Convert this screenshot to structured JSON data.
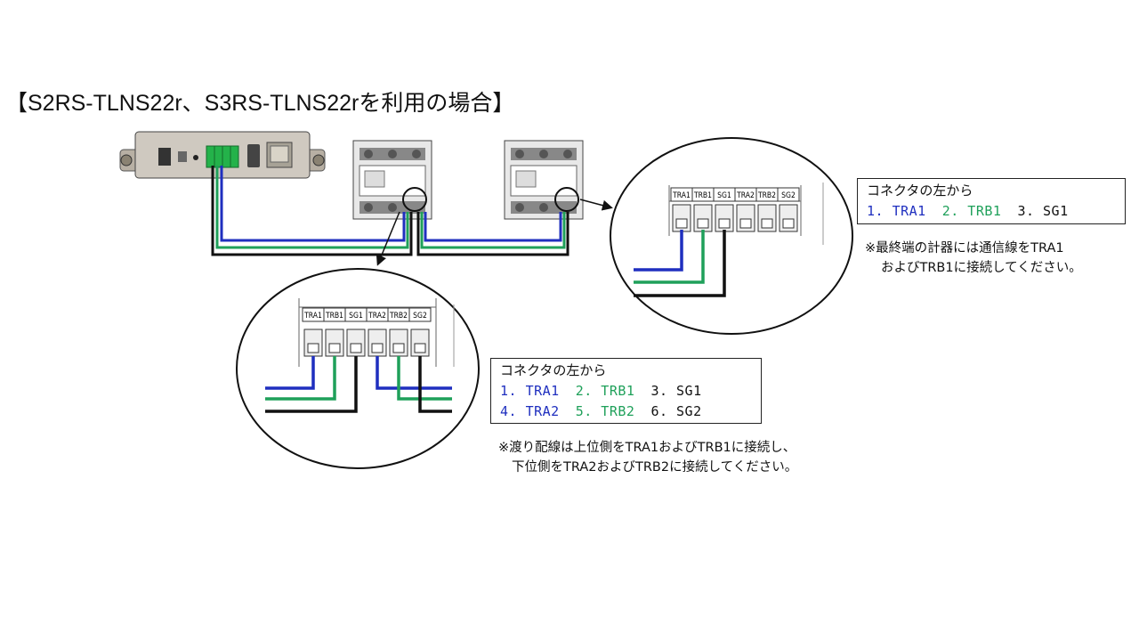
{
  "title": "【S2RS-TLNS22r、S3RS-TLNS22rを利用の場合】",
  "terminal_labels": [
    "TRA1",
    "TRB1",
    "SG1",
    "TRA2",
    "TRB2",
    "SG2"
  ],
  "box_right": {
    "heading": "コネクタの左から",
    "items": [
      {
        "text": "1. TRA1",
        "color": "#1f2fbf"
      },
      {
        "text": "2. TRB1",
        "color": "#1fa05a"
      },
      {
        "text": "3. SG1",
        "color": "#111111"
      }
    ]
  },
  "note_right": {
    "line1": "※最終端の計器には通信線をTRA1",
    "line2": "およびTRB1に接続してください。"
  },
  "box_center": {
    "heading": "コネクタの左から",
    "row1": [
      {
        "text": "1. TRA1",
        "color": "#1f2fbf"
      },
      {
        "text": "2. TRB1",
        "color": "#1fa05a"
      },
      {
        "text": "3. SG1",
        "color": "#111111"
      }
    ],
    "row2": [
      {
        "text": "4. TRA2",
        "color": "#1f2fbf"
      },
      {
        "text": "5. TRB2",
        "color": "#1fa05a"
      },
      {
        "text": "6. SG2",
        "color": "#111111"
      }
    ]
  },
  "note_center": {
    "line1": "※渡り配線は上位側をTRA1およびTRB1に接続し、",
    "line2": "下位側をTRA2およびTRB2に接続してください。"
  },
  "colors": {
    "wire_blue": "#1f2fbf",
    "wire_green": "#1fa05a",
    "wire_black": "#111111"
  }
}
